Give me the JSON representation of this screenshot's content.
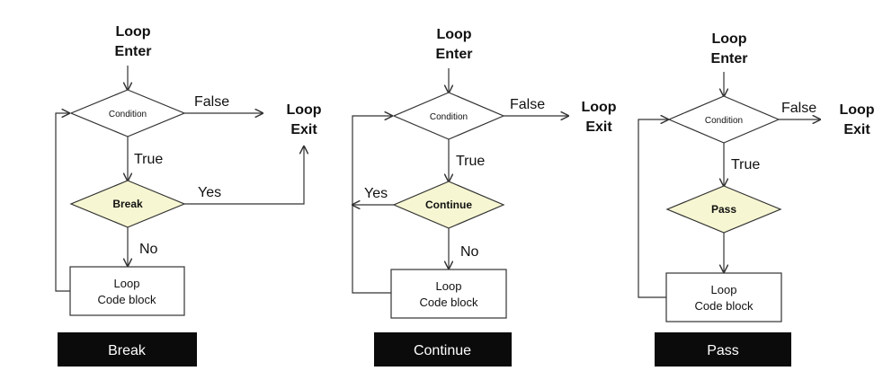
{
  "colors": {
    "background": "#ffffff",
    "decision_fill": "#f6f6d2",
    "condition_fill": "#ffffff",
    "caption_bg": "#0b0b0b",
    "caption_text": "#ffffff",
    "line": "#333333"
  },
  "common": {
    "loop": "Loop",
    "enter": "Enter",
    "exit": "Exit",
    "condition": "Condition",
    "false": "False",
    "true": "True",
    "yes": "Yes",
    "no": "No",
    "block_line1": "Loop",
    "block_line2": "Code block"
  },
  "panels": {
    "break": {
      "decision": "Break",
      "caption": "Break"
    },
    "continue": {
      "decision": "Continue",
      "caption": "Continue"
    },
    "pass": {
      "decision": "Pass",
      "caption": "Pass"
    }
  }
}
